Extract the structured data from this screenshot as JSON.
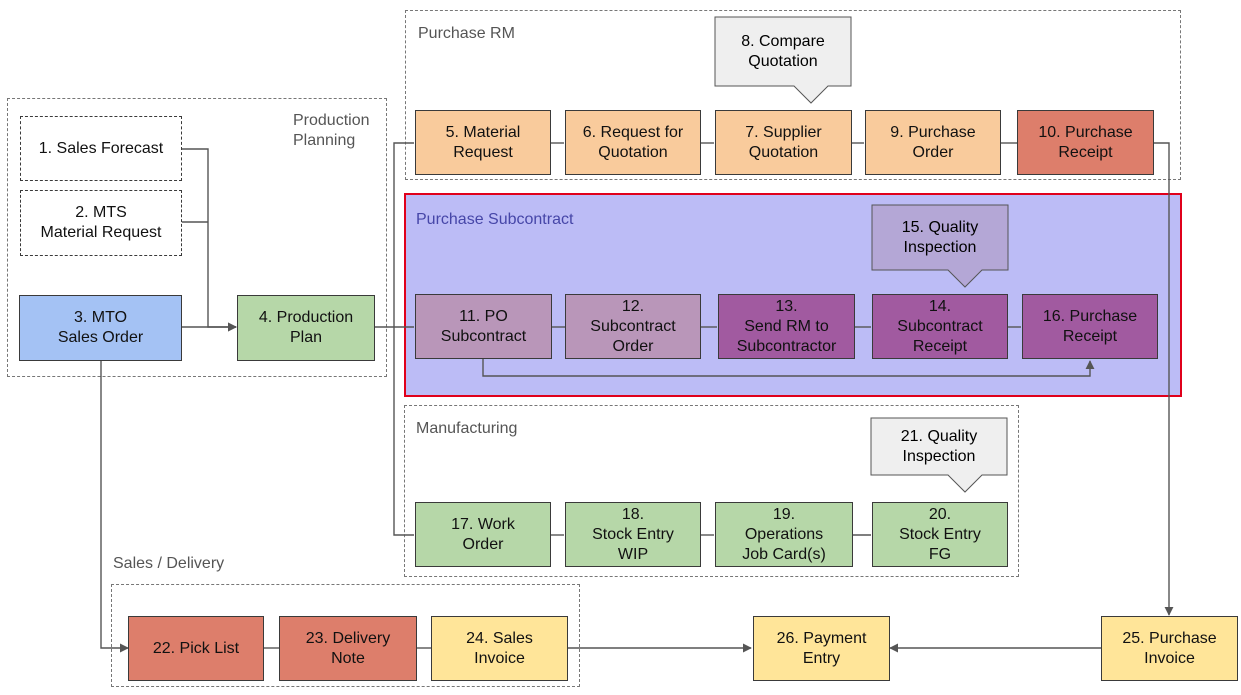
{
  "groups": {
    "production_planning": "Production\nPlanning",
    "purchase_rm": "Purchase RM",
    "purchase_subcontract": "Purchase Subcontract",
    "manufacturing": "Manufacturing",
    "sales_delivery": "Sales / Delivery"
  },
  "nodes": {
    "n1": "1. Sales Forecast",
    "n2": "2. MTS\nMaterial Request",
    "n3": "3. MTO\nSales Order",
    "n4": "4. Production\nPlan",
    "n5": "5. Material\nRequest",
    "n6": "6. Request for\nQuotation",
    "n7": "7. Supplier\nQuotation",
    "n8": "8. Compare\nQuotation",
    "n9": "9. Purchase\nOrder",
    "n10": "10. Purchase\nReceipt",
    "n11": "11. PO\nSubcontract",
    "n12": "12.\nSubcontract\nOrder",
    "n13": "13.\nSend RM to\nSubcontractor",
    "n14": "14.\nSubcontract\nReceipt",
    "n15": "15. Quality\nInspection",
    "n16": "16. Purchase\nReceipt",
    "n17": "17. Work\nOrder",
    "n18": "18.\nStock Entry\nWIP",
    "n19": "19.\nOperations\nJob Card(s)",
    "n20": "20.\nStock Entry\nFG",
    "n21": "21. Quality\nInspection",
    "n22": "22. Pick List",
    "n23": "23. Delivery\nNote",
    "n24": "24. Sales\nInvoice",
    "n25": "25. Purchase\nInvoice",
    "n26": "26. Payment\nEntry"
  },
  "colors": {
    "mto_order": "#a4c2f4",
    "production_manufacturing": "#b6d7a8",
    "purchase_rm": "#f9cb9c",
    "receipt_delivery": "#dd7e6b",
    "invoice_payment": "#ffe599",
    "subcontract_light": "#b996b9",
    "subcontract_dark": "#a15aa0",
    "callout": "#efefef",
    "subcontract_highlight_bg": "#bcbcf6",
    "subcontract_highlight_border": "#e0001b"
  }
}
